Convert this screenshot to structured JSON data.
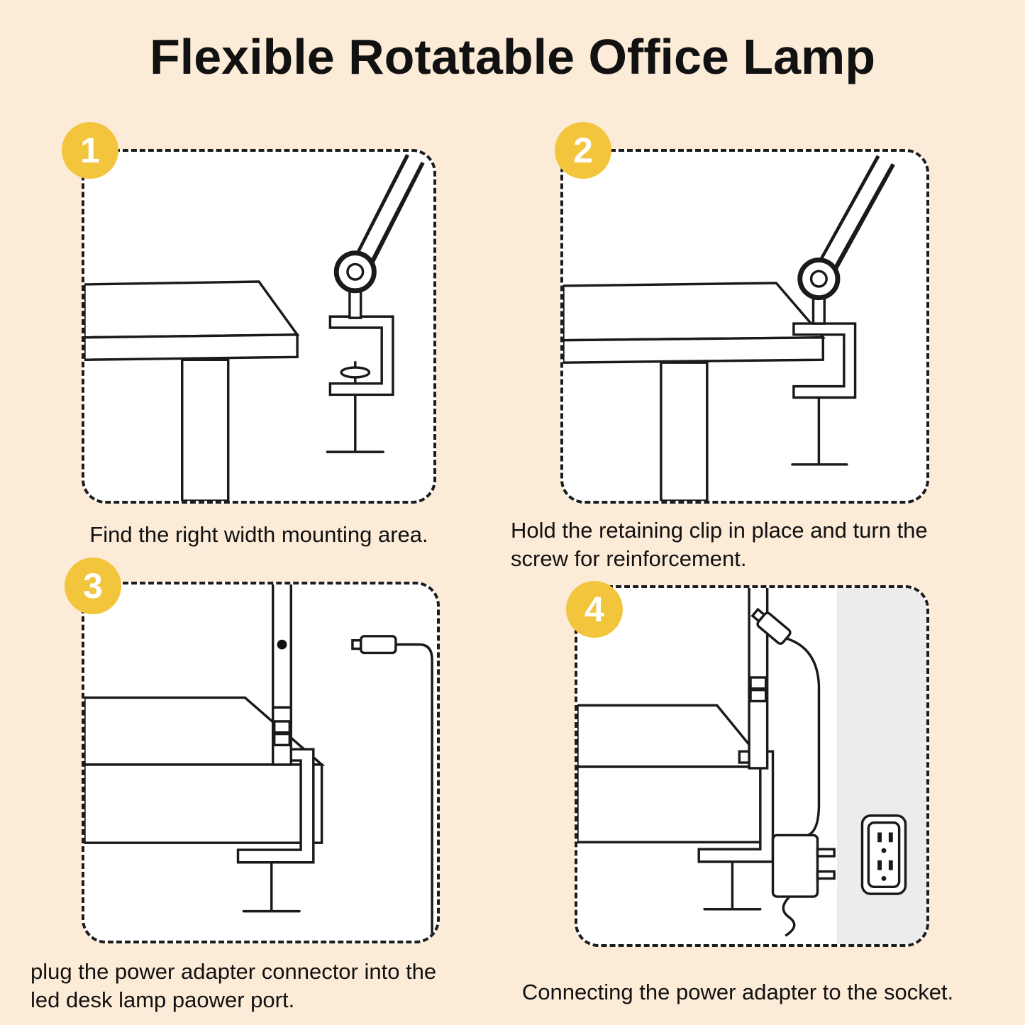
{
  "title": "Flexible Rotatable Office Lamp",
  "colors": {
    "background": "#fcebd7",
    "badge": "#f2c53d",
    "line": "#1a1a1a",
    "wall": "#ececec"
  },
  "steps": [
    {
      "number": "1",
      "caption": "Find the right width mounting area."
    },
    {
      "number": "2",
      "caption": "Hold the retaining clip in place and turn the screw for reinforcement."
    },
    {
      "number": "3",
      "caption": "plug the power adapter connector into the led desk lamp paower port."
    },
    {
      "number": "4",
      "caption": "Connecting the power adapter to the socket."
    }
  ]
}
